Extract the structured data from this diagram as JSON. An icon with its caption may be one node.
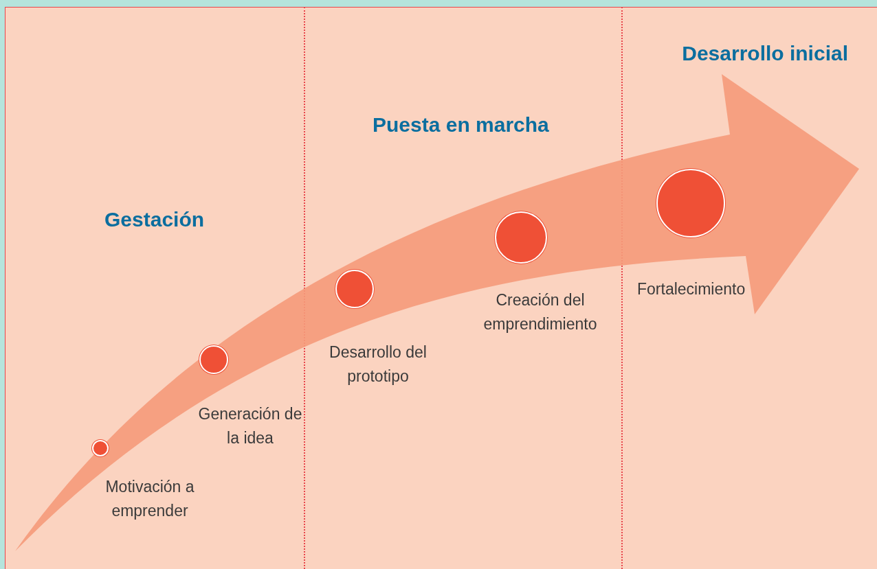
{
  "diagram": {
    "nodes": [
      {
        "text": [],
        "shape": "circle",
        "beside": [
          "Motivación a emprender"
        ]
      },
      {
        "text": [],
        "shape": "circle",
        "beside": [
          "Generación de la idea"
        ]
      },
      {
        "text": [],
        "shape": "circle",
        "beside": [
          "Desarrollo del prototipo"
        ]
      },
      {
        "text": [],
        "shape": "circle",
        "beside": [
          "Creación del emprendimiento"
        ]
      },
      {
        "text": [],
        "shape": "circle",
        "beside": [
          "Fortalecimiento"
        ]
      }
    ],
    "labels": [
      "Desarrollo inicial",
      "Puesta en marcha",
      "Gestación"
    ]
  }
}
